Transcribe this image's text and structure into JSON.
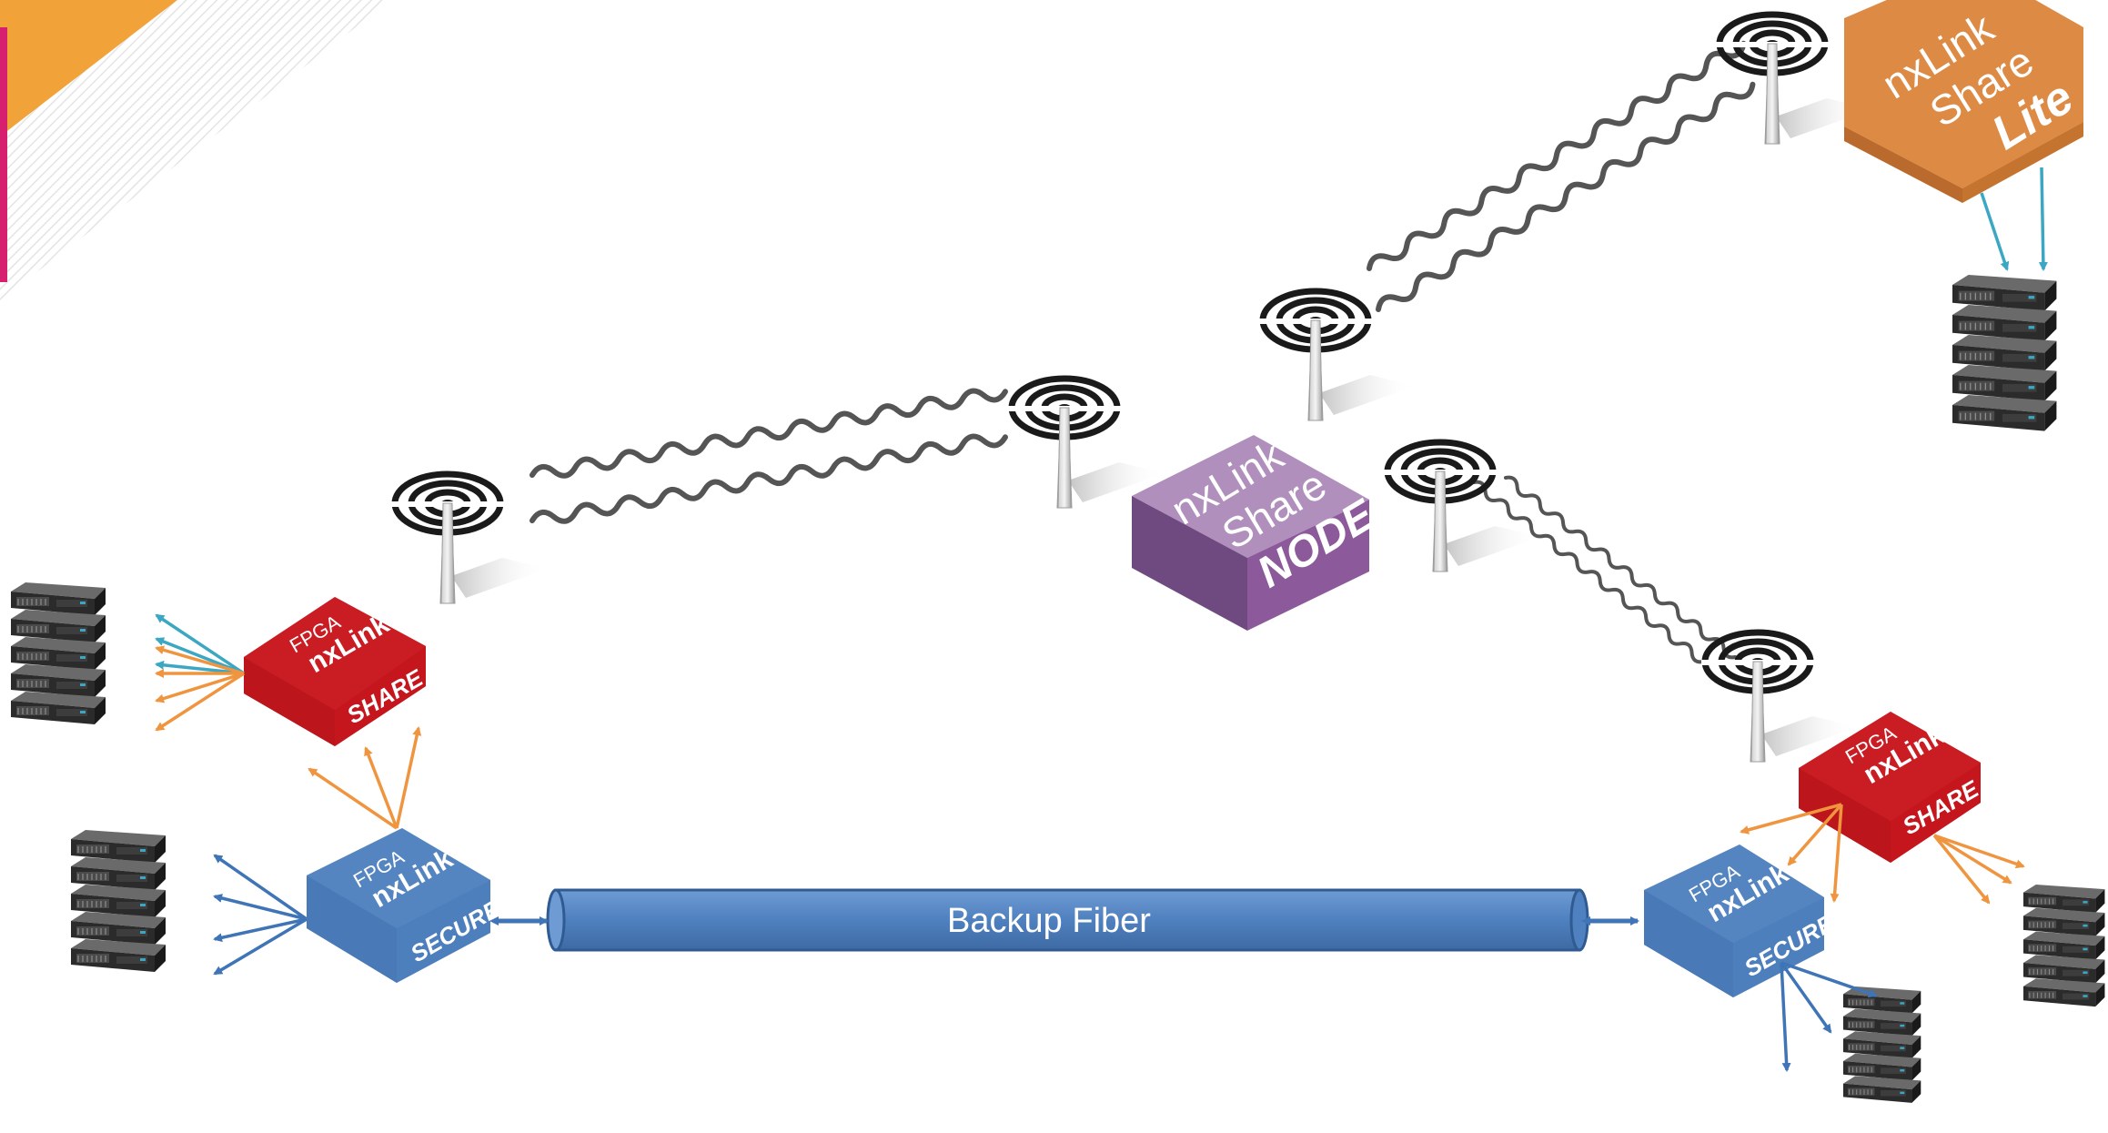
{
  "colors": {
    "red": "#c4161c",
    "blue": "#4d7fbd",
    "purple": "#8c5a9a",
    "orange_box": "#dd8a45",
    "fiber": "#5082c0",
    "arrow_cyan": "#3ba7c3",
    "arrow_orange": "#f0953f",
    "arrow_blue": "#3f74b6",
    "wave": "#555555",
    "corner_orange": "#f1a33a",
    "corner_pink": "#d61f6f"
  },
  "devices": {
    "share_left": {
      "line1": "FPGA",
      "line2": "nxLink",
      "line3": "SHARE"
    },
    "secure_left": {
      "line1": "FPGA",
      "line2": "nxLink",
      "line3": "SECURE"
    },
    "node": {
      "line1": "nxLink",
      "line2": "Share",
      "line3": "NODE"
    },
    "lite": {
      "line1": "nxLink",
      "line2": "Share",
      "line3": "Lite"
    },
    "share_right": {
      "line1": "FPGA",
      "line2": "nxLink",
      "line3": "SHARE"
    },
    "secure_right": {
      "line1": "FPGA",
      "line2": "nxLink",
      "line3": "SECURE"
    }
  },
  "fiber": {
    "label": "Backup Fiber"
  }
}
